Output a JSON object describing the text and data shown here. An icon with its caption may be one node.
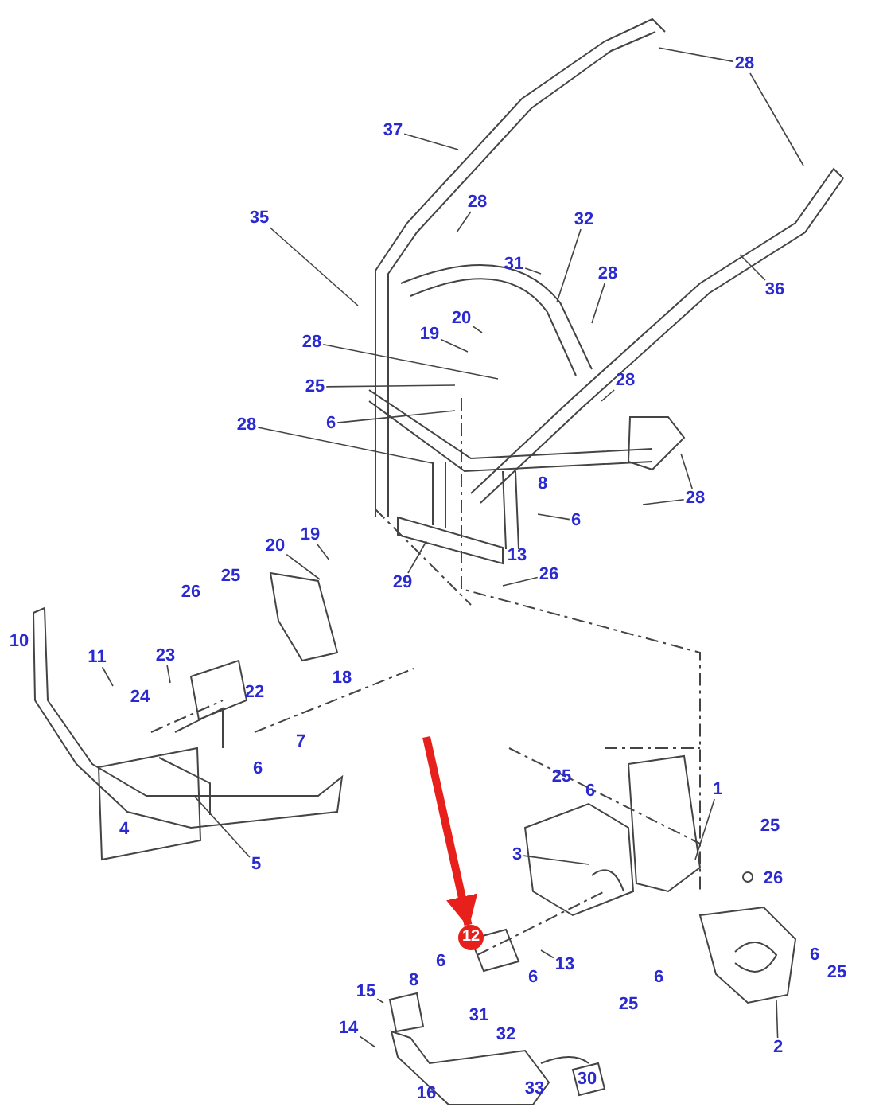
{
  "diagram": {
    "nodes": [
      {
        "text": [
          "28"
        ]
      },
      {
        "text": [
          "37"
        ]
      },
      {
        "text": [
          "35"
        ]
      },
      {
        "text": [
          "32"
        ]
      },
      {
        "text": [
          "28"
        ]
      },
      {
        "text": [
          "31"
        ]
      },
      {
        "text": [
          "28"
        ]
      },
      {
        "text": [
          "36"
        ]
      },
      {
        "text": [
          "20"
        ]
      },
      {
        "text": [
          "19"
        ]
      },
      {
        "text": [
          "28"
        ]
      },
      {
        "text": [
          "28"
        ]
      },
      {
        "text": [
          "25"
        ]
      },
      {
        "text": [
          "6"
        ]
      },
      {
        "text": [
          "28"
        ]
      },
      {
        "text": [
          "6"
        ]
      },
      {
        "text": [
          "28"
        ]
      },
      {
        "text": [
          "19"
        ]
      },
      {
        "text": [
          "20"
        ]
      },
      {
        "text": [
          "26"
        ]
      },
      {
        "text": [
          "29"
        ]
      },
      {
        "text": [
          "11"
        ]
      },
      {
        "text": [
          "23"
        ]
      },
      {
        "text": [
          "1"
        ]
      },
      {
        "text": [
          "3"
        ]
      },
      {
        "text": [
          "5"
        ]
      },
      {
        "text": [
          "12"
        ]
      },
      {
        "text": [
          "13"
        ]
      },
      {
        "text": [
          "15"
        ]
      },
      {
        "text": [
          "14"
        ]
      },
      {
        "text": [
          "2"
        ]
      }
    ],
    "edges": [
      {
        "from": 0,
        "to": null,
        "arrow": "none"
      },
      {
        "from": 0,
        "to": null,
        "arrow": "none"
      },
      {
        "from": 1,
        "to": null,
        "arrow": "none"
      },
      {
        "from": 2,
        "to": null,
        "arrow": "none"
      },
      {
        "from": 3,
        "to": null,
        "arrow": "none"
      },
      {
        "from": 4,
        "to": null,
        "arrow": "none"
      },
      {
        "from": 5,
        "to": null,
        "arrow": "none"
      },
      {
        "from": 6,
        "to": null,
        "arrow": "none"
      },
      {
        "from": 7,
        "to": null,
        "arrow": "none"
      },
      {
        "from": 8,
        "to": null,
        "arrow": "none"
      },
      {
        "from": 9,
        "to": null,
        "arrow": "none"
      },
      {
        "from": 10,
        "to": null,
        "arrow": "none"
      },
      {
        "from": 11,
        "to": null,
        "arrow": "none"
      },
      {
        "from": 12,
        "to": null,
        "arrow": "none"
      },
      {
        "from": 13,
        "to": null,
        "arrow": "none"
      },
      {
        "from": 14,
        "to": null,
        "arrow": "none"
      },
      {
        "from": 15,
        "to": null,
        "arrow": "none"
      },
      {
        "from": 16,
        "to": null,
        "arrow": "none"
      },
      {
        "from": 16,
        "to": null,
        "arrow": "none"
      },
      {
        "from": 17,
        "to": null,
        "arrow": "none"
      },
      {
        "from": 18,
        "to": null,
        "arrow": "none"
      },
      {
        "from": 19,
        "to": null,
        "arrow": "none"
      },
      {
        "from": 20,
        "to": null,
        "arrow": "none"
      },
      {
        "from": 21,
        "to": null,
        "arrow": "none"
      },
      {
        "from": 22,
        "to": null,
        "arrow": "none"
      },
      {
        "from": 23,
        "to": null,
        "arrow": "none"
      },
      {
        "from": 24,
        "to": null,
        "arrow": "none"
      },
      {
        "from": 25,
        "to": null,
        "arrow": "none"
      },
      {
        "from": null,
        "to": 26,
        "arrow": "to",
        "style": "thick",
        "color": "#e8201c"
      },
      {
        "from": 27,
        "to": null,
        "arrow": "none"
      },
      {
        "from": 28,
        "to": null,
        "arrow": "none"
      },
      {
        "from": 29,
        "to": null,
        "arrow": "none"
      },
      {
        "from": 30,
        "to": null,
        "arrow": "none"
      }
    ],
    "labels": [
      "8",
      "13",
      "25",
      "26",
      "10",
      "18",
      "22",
      "24",
      "7",
      "6",
      "25",
      "6",
      "25",
      "4",
      "26",
      "6",
      "6",
      "25",
      "6",
      "6",
      "8",
      "25",
      "31",
      "32",
      "30",
      "33",
      "16"
    ]
  }
}
